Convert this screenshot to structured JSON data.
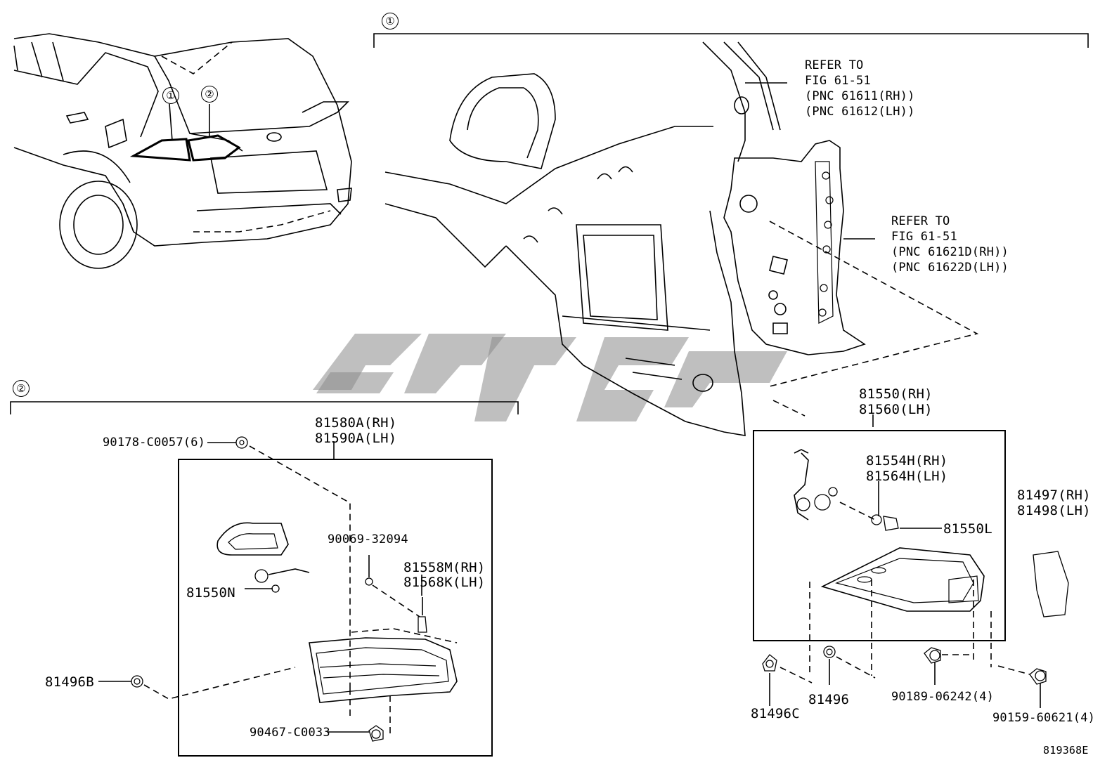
{
  "figure_id": "819368E",
  "sections": {
    "one": "①",
    "two": "②"
  },
  "vehicle_callouts": [
    "①",
    "②"
  ],
  "refer_upper": {
    "line1": "REFER TO",
    "line2": "FIG 61-51",
    "line3": "(PNC 61611(RH))",
    "line4": "(PNC 61612(LH))"
  },
  "refer_lower": {
    "line1": "REFER TO",
    "line2": "FIG 61-51",
    "line3": "(PNC 61621D(RH))",
    "line4": "(PNC 61622D(LH))"
  },
  "parts": {
    "p81550": [
      "81550(RH)",
      "81560(LH)"
    ],
    "p81554": [
      "81554H(RH)",
      "81564H(LH)"
    ],
    "p81550L": "81550L",
    "p81497": [
      "81497(RH)",
      "81498(LH)"
    ],
    "p81496C": "81496C",
    "p81496": "81496",
    "p90189": "90189-06242(4)",
    "p90159": "90159-60621(4)",
    "p81580": [
      "81580A(RH)",
      "81590A(LH)"
    ],
    "p90178": "90178-C0057(6)",
    "p90069": "90069-32094",
    "p81558": [
      "81558M(RH)",
      "81568K(LH)"
    ],
    "p81550N": "81550N",
    "p81496B": "81496B",
    "p90467": "90467-C0033"
  }
}
